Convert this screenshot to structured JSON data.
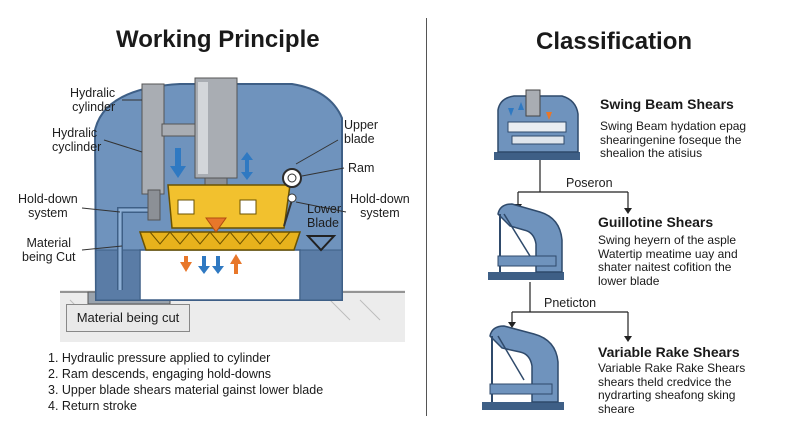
{
  "left": {
    "title": "Working Principle",
    "labels": {
      "hydraulic_cylinder_1": "Hydralic\ncylinder",
      "hydraulic_cylinder_2": "Hydralic\ncyclinder",
      "hold_down_left": "Hold-down\nsystem",
      "material_left": "Material\nbeing Cut",
      "upper_blade": "Upper\nblade",
      "ram": "Ram",
      "lower_blade": "Lower\nBlade",
      "hold_down_right": "Hold-down\nsystem",
      "material_bottom": "Material being cut"
    },
    "steps": [
      "1. Hydraulic pressure applied to cylinder",
      "2. Ram descends, engaging hold-downs",
      "3. Upper blade shears material gainst lower blade",
      "4. Return stroke"
    ]
  },
  "right": {
    "title": "Classification",
    "connectors": [
      "Poseron",
      "Pneticton"
    ],
    "items": [
      {
        "name": "Swing Beam Shears",
        "desc": "Swing Beam hydation epag\nshearingenine foseque the\nshealion the atisius"
      },
      {
        "name": "Guillotine Shears",
        "desc": "Swing heyern of the asple\nWatertip meatime uay and\nshater naitest cofition the\nlower blade"
      },
      {
        "name": "Variable Rake Shears",
        "desc": "Variable Rake Rake Shears\nshears theld credvice the\nnydrarting sheafong sking\nsheare"
      }
    ]
  },
  "colors": {
    "frame_blue": "#6f93bd",
    "frame_dark": "#3e5f86",
    "blade_yellow": "#f2c12e",
    "cylinder_gray": "#a9adb3",
    "arrow_blue": "#2f79c2",
    "arrow_orange": "#e8772a"
  }
}
